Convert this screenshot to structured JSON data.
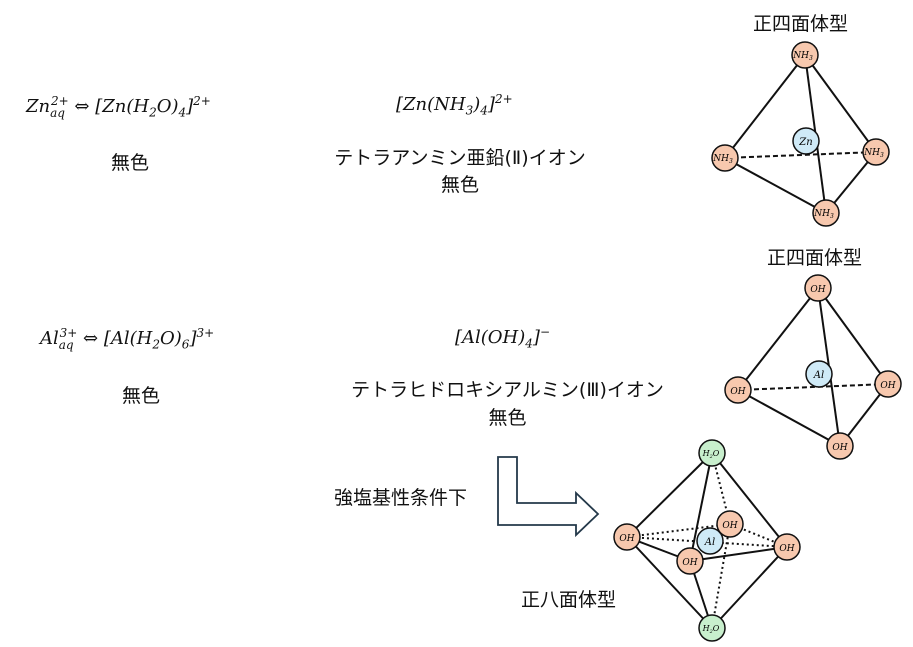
{
  "zn": {
    "eq_left": "Zn",
    "eq_left_sub": "aq",
    "eq_left_sup": "2+",
    "arrow": "⇔",
    "eq_right": "[Zn(H",
    "eq_right_sub": "2",
    "eq_right_mid": "O)",
    "eq_right_sub2": "4",
    "eq_right_close": "]",
    "eq_right_sup": "2+",
    "color_left": "無色",
    "complex": "[Zn(NH",
    "complex_sub": "3",
    "complex_mid": ")",
    "complex_sub2": "4",
    "complex_close": "]",
    "complex_sup": "2+",
    "complex_name": "テトラアンミン亜鉛(Ⅱ)イオン",
    "complex_color": "無色",
    "shape": "正四面体型",
    "center_atom": "Zn",
    "ligand": "NH",
    "ligand_sub": "3"
  },
  "al": {
    "eq_left": "Al",
    "eq_left_sub": "aq",
    "eq_left_sup": "3+",
    "arrow": "⇔",
    "eq_right": "[Al(H",
    "eq_right_sub": "2",
    "eq_right_mid": "O)",
    "eq_right_sub2": "6",
    "eq_right_close": "]",
    "eq_right_sup": "3+",
    "color_left": "無色",
    "complex": "[Al(OH)",
    "complex_sub": "4",
    "complex_close": "]",
    "complex_sup": "−",
    "complex_name": "テトラヒドロキシアルミン(Ⅲ)イオン",
    "complex_color": "無色",
    "shape": "正四面体型",
    "center_atom": "Al",
    "ligand": "OH",
    "condition": "強塩基性条件下",
    "oct_shape": "正八面体型",
    "oct_center": "Al",
    "oct_ligand": "OH",
    "oct_axial": "H",
    "oct_axial_sub": "2",
    "oct_axial_end": "O"
  },
  "colors": {
    "ligand_fill": "#f7c8ae",
    "center_fill": "#cfeaf7",
    "water_fill": "#c8efcd",
    "stroke": "#111111"
  }
}
